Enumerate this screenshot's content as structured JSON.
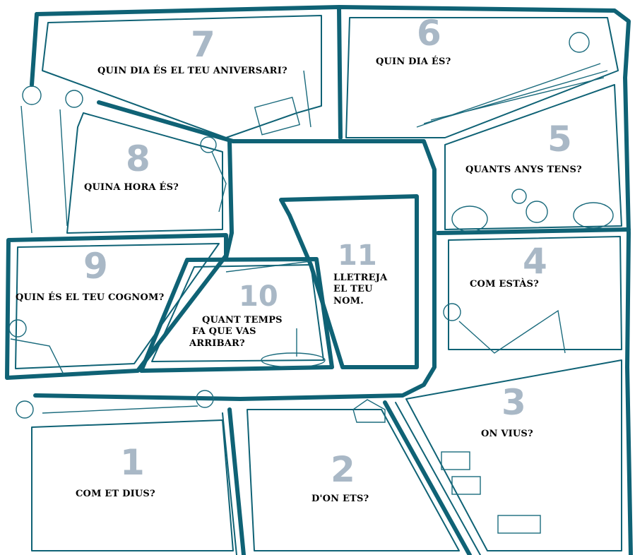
{
  "title": "Board game squares",
  "accent_color": "#0f6275",
  "number_color": "#a9b8c6",
  "squares": [
    {
      "number": "1",
      "question": "COM ET DIUS?"
    },
    {
      "number": "2",
      "question": "D'ON ETS?"
    },
    {
      "number": "3",
      "question": "ON VIUS?"
    },
    {
      "number": "4",
      "question": "COM ESTÀS?"
    },
    {
      "number": "5",
      "question": "QUANTS ANYS TENS?"
    },
    {
      "number": "6",
      "question": "QUIN DIA ÉS?"
    },
    {
      "number": "7",
      "question": "QUIN DIA ÉS EL TEU ANIVERSARI?"
    },
    {
      "number": "8",
      "question": "QUINA HORA ÉS?"
    },
    {
      "number": "9",
      "question": "QUIN ÉS EL TEU COGNOM?"
    },
    {
      "number": "10",
      "question_lines": [
        "QUANT TEMPS",
        "FA QUE VAS",
        "ARRIBAR?"
      ]
    },
    {
      "number": "11",
      "question_lines": [
        "LLETREJA",
        "EL TEU",
        "NOM."
      ]
    }
  ]
}
